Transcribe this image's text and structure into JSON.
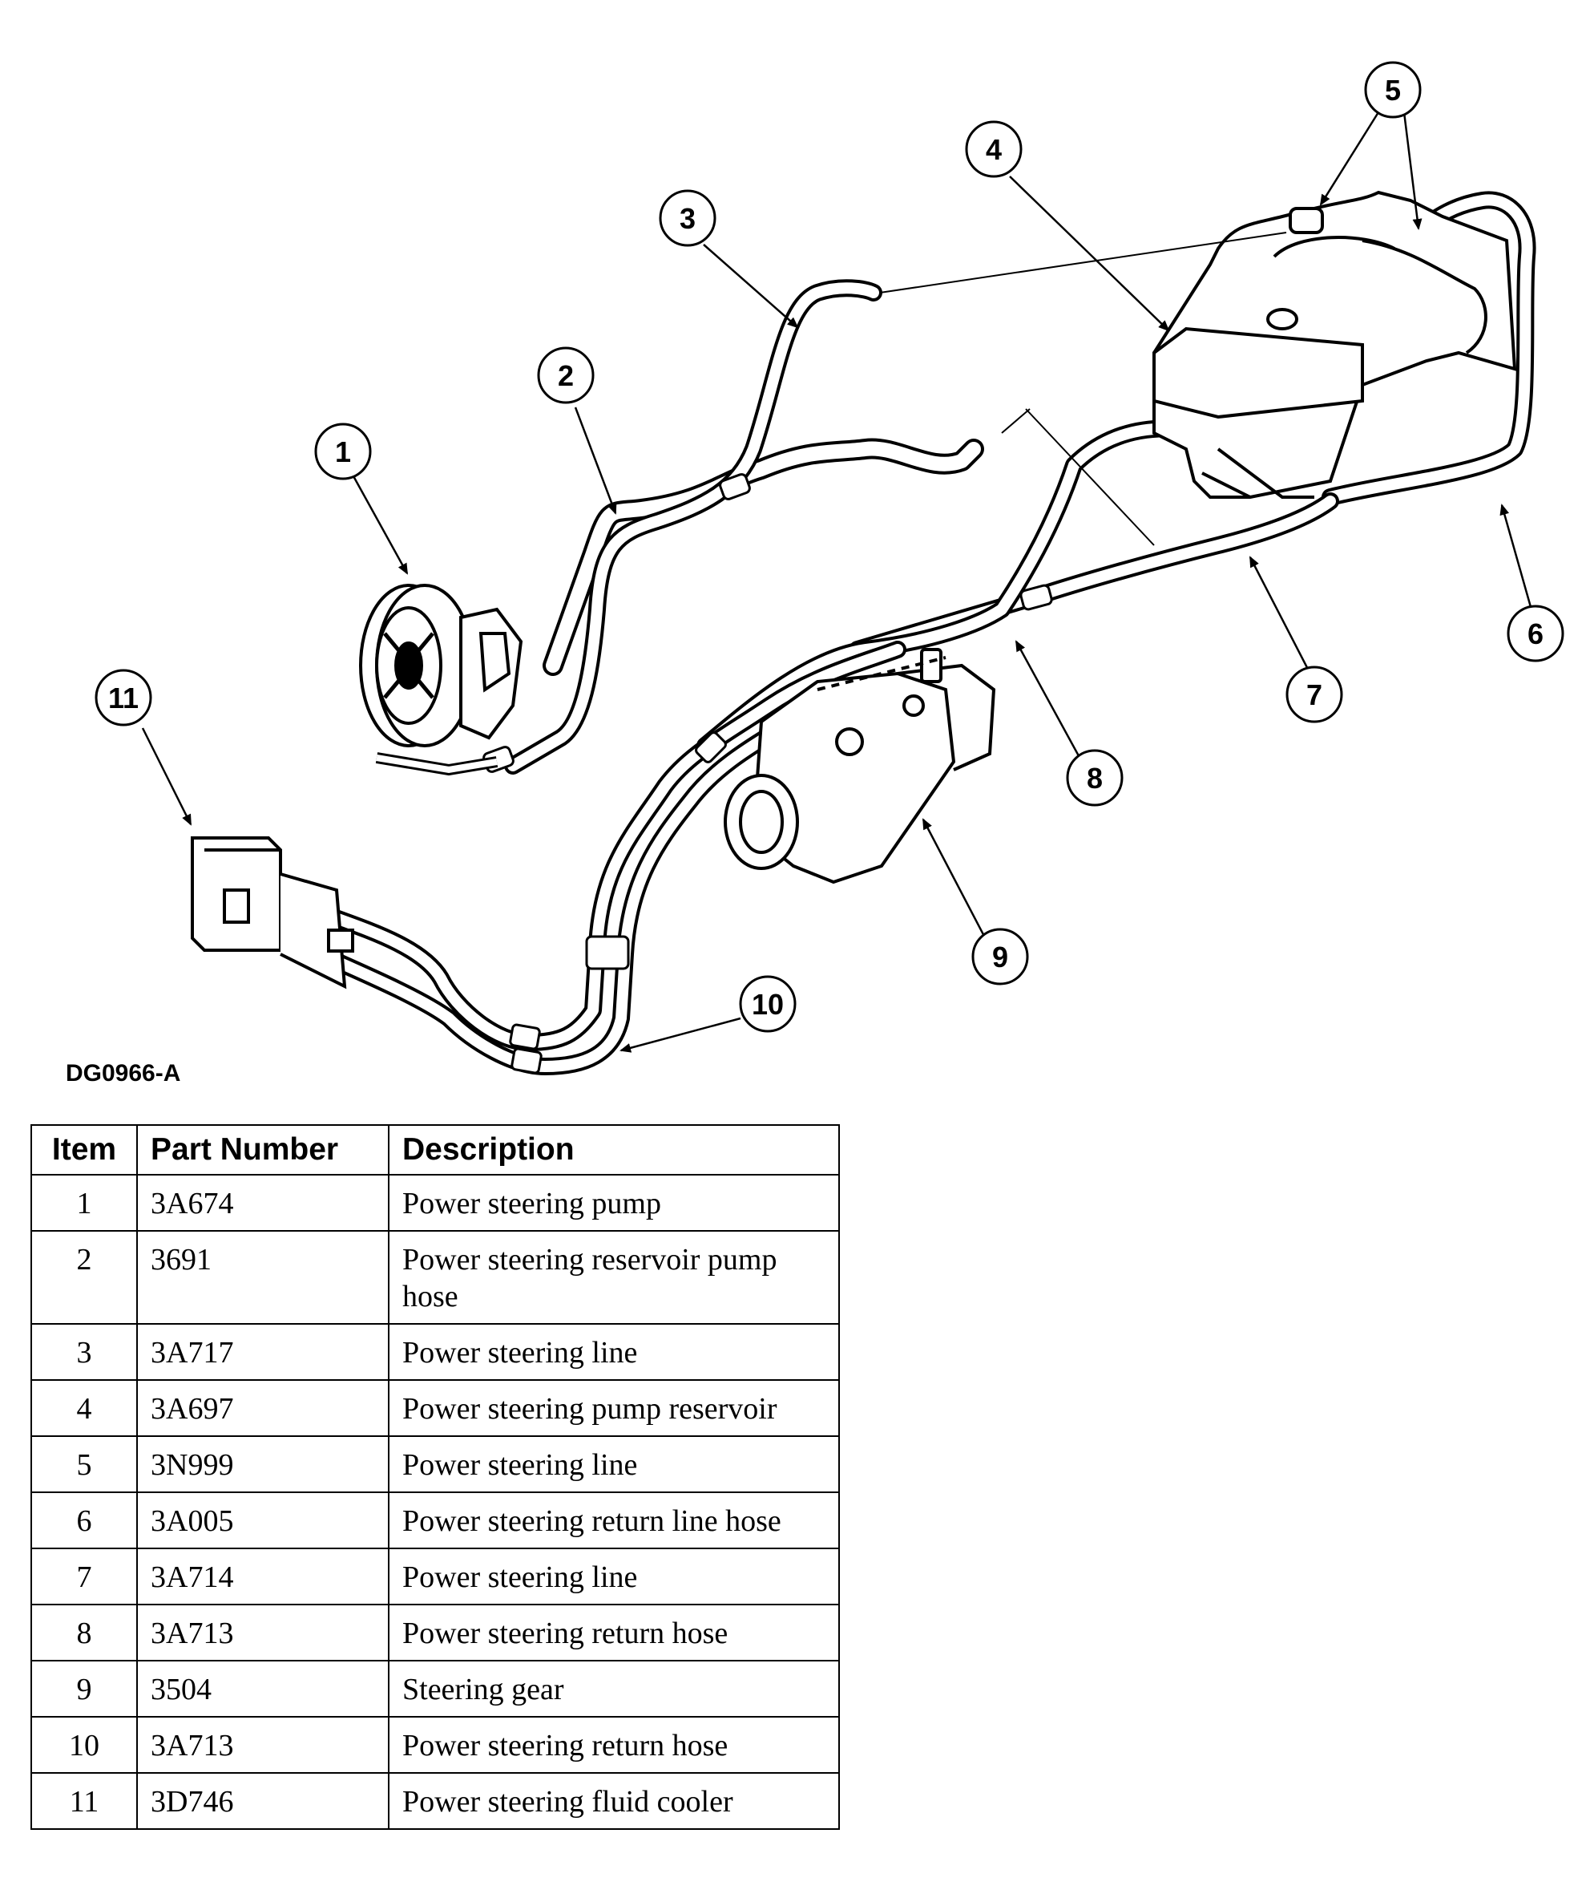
{
  "figure_id": "DG0966-A",
  "callouts": [
    "1",
    "2",
    "3",
    "4",
    "5",
    "6",
    "7",
    "8",
    "9",
    "10",
    "11"
  ],
  "table": {
    "headers": {
      "item": "Item",
      "part_number": "Part Number",
      "description": "Description"
    },
    "rows": [
      {
        "item": "1",
        "part_number": "3A674",
        "description": "Power steering pump"
      },
      {
        "item": "2",
        "part_number": "3691",
        "description": "Power steering reservoir pump hose"
      },
      {
        "item": "3",
        "part_number": "3A717",
        "description": "Power steering line"
      },
      {
        "item": "4",
        "part_number": "3A697",
        "description": "Power steering pump reservoir"
      },
      {
        "item": "5",
        "part_number": "3N999",
        "description": "Power steering line"
      },
      {
        "item": "6",
        "part_number": "3A005",
        "description": "Power steering return line hose"
      },
      {
        "item": "7",
        "part_number": "3A714",
        "description": "Power steering line"
      },
      {
        "item": "8",
        "part_number": "3A713",
        "description": "Power steering return hose"
      },
      {
        "item": "9",
        "part_number": "3504",
        "description": "Steering gear"
      },
      {
        "item": "10",
        "part_number": "3A713",
        "description": "Power steering return hose"
      },
      {
        "item": "11",
        "part_number": "3D746",
        "description": "Power steering fluid cooler"
      }
    ]
  }
}
